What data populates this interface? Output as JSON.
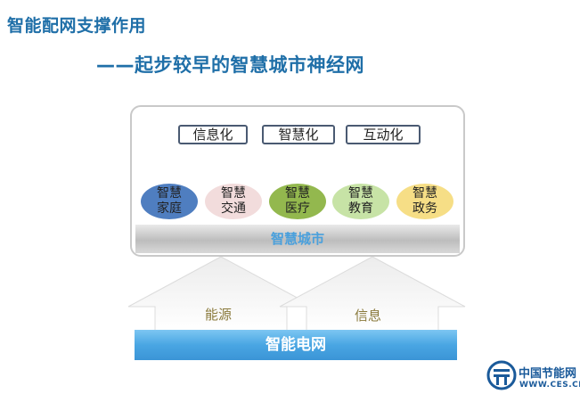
{
  "heading": {
    "line1": "智能配网支撑作用",
    "line2": "——起步较早的智慧城市神经网"
  },
  "smart_city": {
    "tags": [
      "信息化",
      "智慧化",
      "互动化"
    ],
    "domains": [
      {
        "line1": "智慧",
        "line2": "家庭",
        "color": "#4f7ec0"
      },
      {
        "line1": "智慧",
        "line2": "交通",
        "color": "#f2dcdc"
      },
      {
        "line1": "智慧",
        "line2": "医疗",
        "color": "#93b84e"
      },
      {
        "line1": "智慧",
        "line2": "教育",
        "color": "#c7e3a6"
      },
      {
        "line1": "智慧",
        "line2": "政务",
        "color": "#f6de86"
      }
    ],
    "base_label": "智慧城市"
  },
  "arrows": {
    "left_label": "能源",
    "right_label": "信息"
  },
  "grid_label": "智能电网",
  "logo": {
    "name": "中国节能网",
    "url": "WWW.CES.CN",
    "icon": "ces-logo-icon"
  }
}
